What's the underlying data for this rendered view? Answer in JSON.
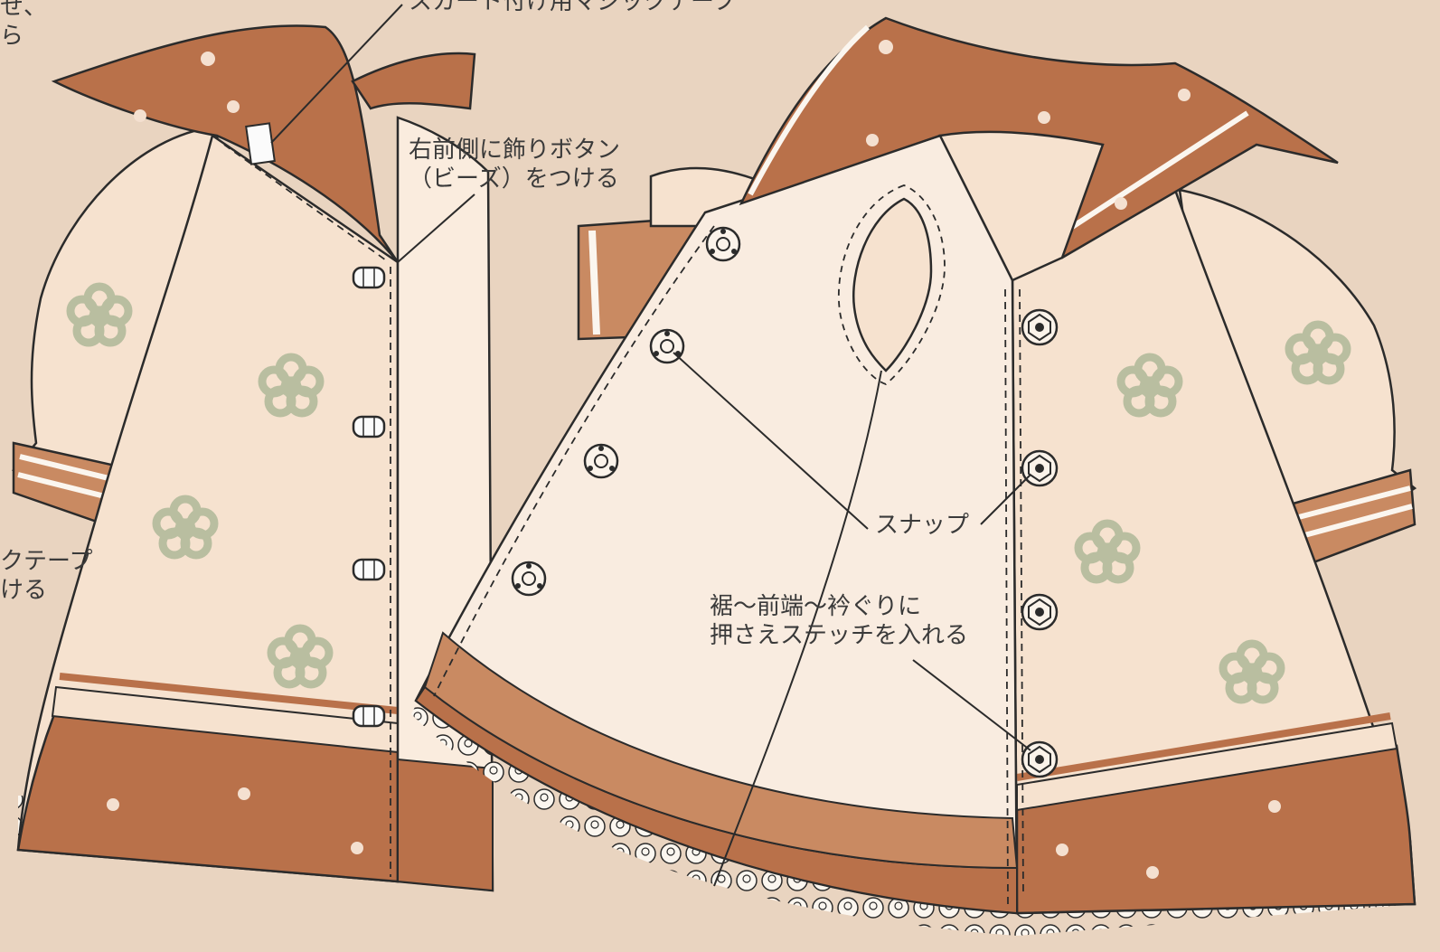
{
  "labels": {
    "top_left_fragment": [
      "せ、",
      "ら"
    ],
    "magic_tape_label": "スカート付け用マジックテープ",
    "left_fragment": [
      "クテープ",
      "ける"
    ],
    "decorative_button_note": [
      "右前側に飾りボタン",
      "（ビーズ）をつける"
    ],
    "snap_label": "スナップ",
    "stitch_note": [
      "裾〜前端〜衿ぐりに",
      "押さえステッチを入れる"
    ]
  },
  "colors": {
    "background": "#e9d4c0",
    "fabric_light": "#f6e2cf",
    "fabric_lining": "#f9ece0",
    "collar_brown": "#b9714a",
    "collar_brown_light": "#c98a62",
    "flower_green": "#b9bea0",
    "outline": "#2b2b2b",
    "lace": "#fbf6ef"
  },
  "icons": [
    "snap-icon",
    "decorative-bead-button-icon",
    "flower-motif-icon"
  ]
}
